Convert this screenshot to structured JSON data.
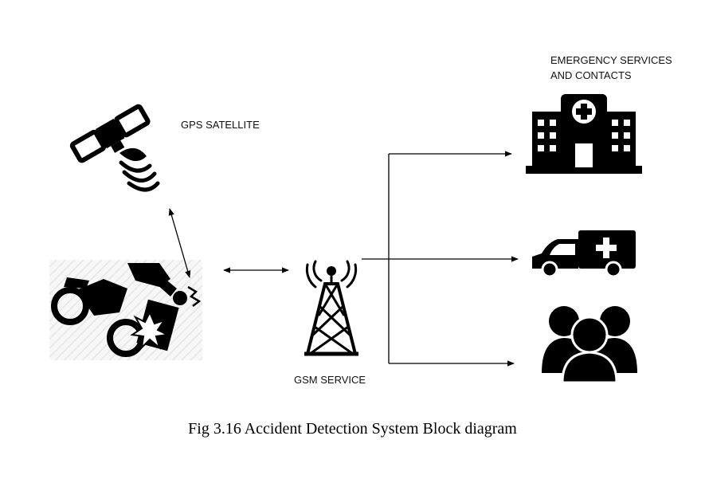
{
  "labels": {
    "gps": "GPS SATELLITE",
    "gsm": "GSM SERVICE",
    "emergency_line1": "EMERGENCY SERVICES",
    "emergency_line2": "AND CONTACTS"
  },
  "caption": "Fig 3.16 Accident Detection System Block diagram",
  "icons": {
    "satellite": "satellite-icon",
    "accident": "motorcycle-accident-icon",
    "tower": "cell-tower-icon",
    "hospital": "hospital-icon",
    "ambulance": "ambulance-icon",
    "people": "people-group-icon"
  },
  "colors": {
    "ink": "#000000",
    "background": "#ffffff"
  }
}
